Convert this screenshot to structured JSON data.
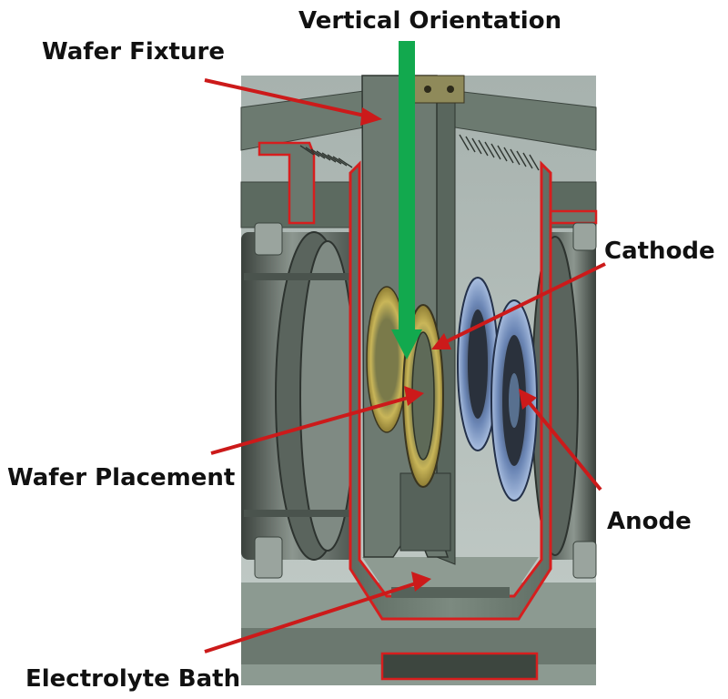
{
  "labels": {
    "vertical_orientation": "Vertical Orientation",
    "wafer_fixture": "Wafer Fixture",
    "cathode": "Cathode",
    "wafer_placement": "Wafer Placement",
    "anode": "Anode",
    "electrolyte_bath": "Electrolyte Bath"
  },
  "colors": {
    "arrow_red": "#cc1a1a",
    "orientation_arrow": "#12a94e",
    "bath_outline": "#d61e1e",
    "machine_body": "#6f7d72",
    "machine_dark": "#414a43",
    "background_scene": "#a9b6b0",
    "cathode_ring": "#b7a34a",
    "anode_disk": "#5f7fb0"
  }
}
